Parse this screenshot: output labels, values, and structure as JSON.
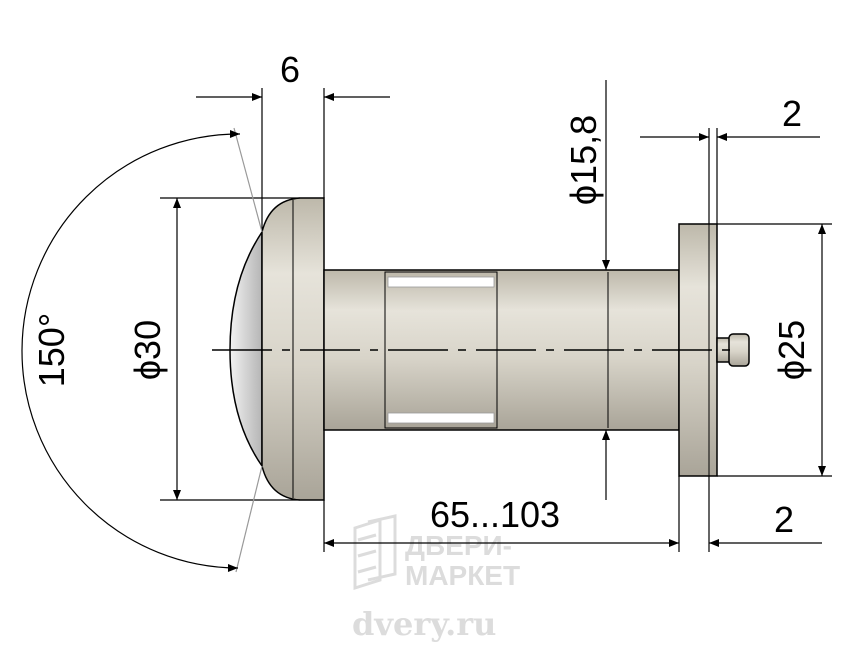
{
  "drawing": {
    "dims": {
      "flange_thickness": "6",
      "inner_flange_thickness": "2",
      "rear_flange_thickness": "2",
      "viewing_angle": "150°",
      "head_diameter": "ϕ30",
      "body_diameter": "ϕ15,8",
      "rear_diameter": "ϕ25",
      "door_thickness_range": "65...103"
    },
    "watermark": {
      "brand_line1": "ДВЕРИ-",
      "brand_line2": "МАРКЕТ",
      "url": "dvery.ru"
    }
  },
  "colors": {
    "body_metal": "#d6d3c8",
    "lens": "#c9c9c9",
    "line": "#000000",
    "watermark": "#dcdcdc"
  }
}
